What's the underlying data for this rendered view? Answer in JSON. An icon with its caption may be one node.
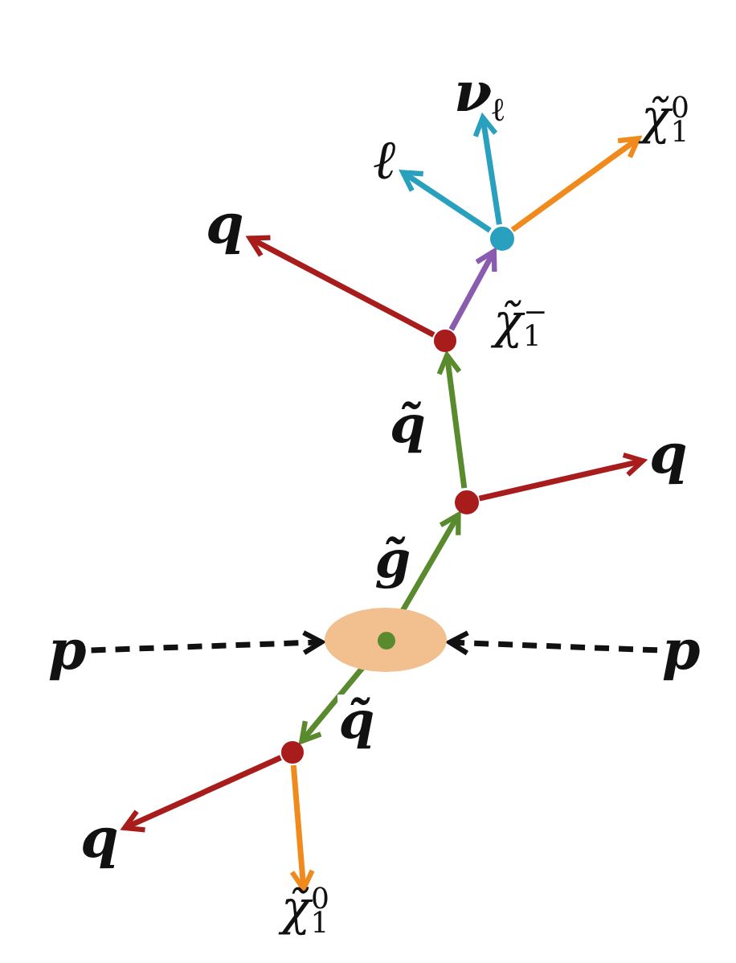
{
  "diagram": {
    "nodes": [
      {
        "text": [
          "p"
        ]
      },
      {
        "text": [
          "p"
        ]
      },
      {
        "text": [],
        "shape": "ellipse"
      },
      {
        "text": [],
        "shape": "circle",
        "in": 2
      },
      {
        "text": [],
        "shape": "circle"
      },
      {
        "text": [],
        "shape": "circle"
      },
      {
        "text": [],
        "shape": "circle"
      },
      {
        "text": [],
        "shape": "circle"
      },
      {
        "text": [
          "q"
        ]
      },
      {
        "text": [
          "q"
        ]
      },
      {
        "text": [
          "ℓ"
        ]
      },
      {
        "text": [
          "ν$_{ℓ}$"
        ]
      },
      {
        "text": [
          "χ̃$_{1}$$^{0}$"
        ]
      },
      {
        "text": [
          "q"
        ]
      },
      {
        "text": [
          "χ̃$_{1}$$^{0}$"
        ]
      }
    ],
    "edges": [
      {
        "from": 0,
        "to": 2,
        "arrow": "to",
        "style": "dashed",
        "color": "#111111"
      },
      {
        "from": 1,
        "to": 2,
        "arrow": "to",
        "style": "dashed",
        "color": "#111111"
      },
      {
        "from": 3,
        "to": 4,
        "arrow": "to",
        "label": "g̃",
        "color": "#5a8a2e"
      },
      {
        "from": 4,
        "to": 5,
        "arrow": "to",
        "label": "q̃",
        "color": "#5a8a2e"
      },
      {
        "from": 4,
        "to": 8,
        "arrow": "to",
        "color": "#a81c1c"
      },
      {
        "from": 5,
        "to": 9,
        "arrow": "to",
        "color": "#a81c1c"
      },
      {
        "from": 5,
        "to": 6,
        "arrow": "to",
        "label": "χ̃$_{1}$$^{−}$",
        "color": "#8a5cb0"
      },
      {
        "from": 6,
        "to": 10,
        "arrow": "to",
        "color": "#2aa0bf"
      },
      {
        "from": 6,
        "to": 11,
        "arrow": "to",
        "color": "#2aa0bf"
      },
      {
        "from": 6,
        "to": 12,
        "arrow": "to",
        "color": "#f08a1c"
      },
      {
        "from": 3,
        "to": 7,
        "arrow": "to",
        "label": "q̃",
        "color": "#5a8a2e"
      },
      {
        "from": 7,
        "to": 13,
        "arrow": "to",
        "color": "#a81c1c"
      },
      {
        "from": 7,
        "to": 14,
        "arrow": "to",
        "color": "#f08a1c"
      }
    ]
  }
}
